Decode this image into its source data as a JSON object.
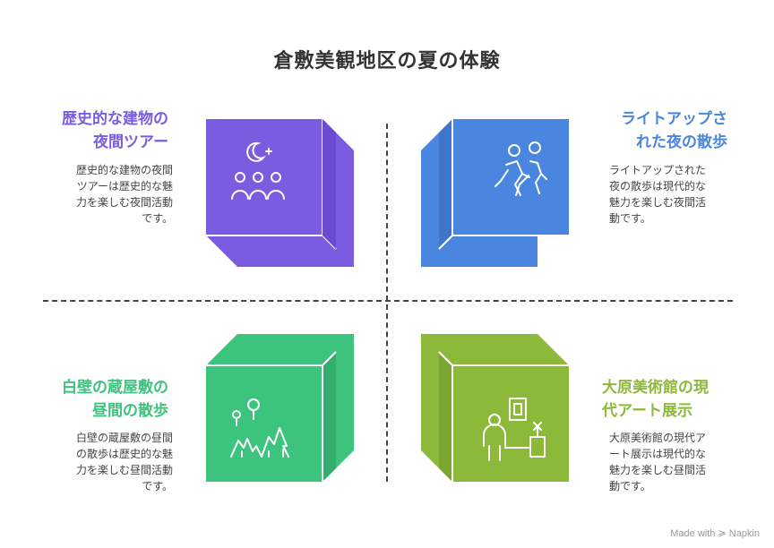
{
  "title": "倉敷美観地区の夏の体験",
  "quadrants": [
    {
      "title_lines": [
        "歴史的な建物の",
        "夜間ツアー"
      ],
      "desc_lines": [
        "歴史的な建物の夜間",
        "ツアーは歴史的な魅",
        "力を楽しむ夜間活動",
        "です。"
      ],
      "color": "#7B5CE0",
      "icon": "night-tour-group-icon"
    },
    {
      "title_lines": [
        "ライトアップさ",
        "れた夜の散歩"
      ],
      "desc_lines": [
        "ライトアップされた",
        "夜の散歩は現代的な",
        "魅力を楽しむ夜間活",
        "動です。"
      ],
      "color": "#4A86E0",
      "icon": "walking-people-icon"
    },
    {
      "title_lines": [
        "白壁の蔵屋敷の",
        "昼間の散歩"
      ],
      "desc_lines": [
        "白壁の蔵屋敷の昼間",
        "の散歩は歴史的な魅",
        "力を楽しむ昼間活動",
        "です。"
      ],
      "color": "#3CC37E",
      "icon": "trees-balloons-icon"
    },
    {
      "title_lines": [
        "大原美術館の現",
        "代アート展示"
      ],
      "desc_lines": [
        "大原美術館の現代ア",
        "ート展示は現代的な",
        "魅力を楽しむ昼間活",
        "動です。"
      ],
      "color": "#8DB93A",
      "icon": "art-gallery-visitor-icon"
    }
  ],
  "brand": "Made with ≽ Napkin"
}
